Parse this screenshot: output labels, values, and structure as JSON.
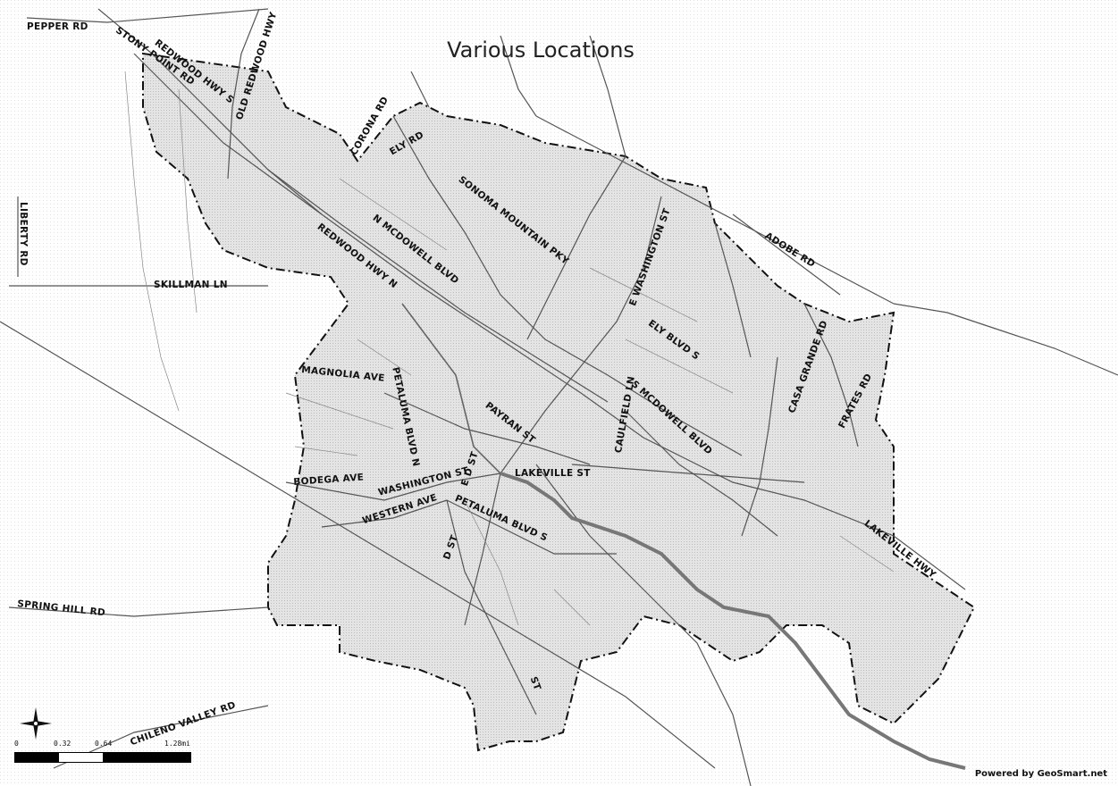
{
  "title": "Various Locations",
  "credit": "Powered by GeoSmart.net",
  "scale": {
    "ticks": [
      "0",
      "0.32",
      "0.64",
      "1.28mi"
    ]
  },
  "icons": {
    "compass": "north-arrow-icon"
  },
  "colors": {
    "fill": "#d9d9d9",
    "road": "#555555",
    "boundary": "#111111",
    "creek": "#777777",
    "background": "#ffffff"
  },
  "streets": [
    {
      "id": "pepper-rd",
      "name": "PEPPER RD"
    },
    {
      "id": "stony-point-rd",
      "name": "STONY POINT RD"
    },
    {
      "id": "redwood-hwy-s",
      "name": "REDWOOD HWY S"
    },
    {
      "id": "old-redwood-hwy",
      "name": "OLD REDWOOD HWY"
    },
    {
      "id": "corona-rd",
      "name": "CORONA RD"
    },
    {
      "id": "ely-rd",
      "name": "ELY RD"
    },
    {
      "id": "sonoma-mountain-pky",
      "name": "SONOMA MOUNTAIN PKY"
    },
    {
      "id": "liberty-rd",
      "name": "LIBERTY RD"
    },
    {
      "id": "n-mcdowell-blvd",
      "name": "N MCDOWELL BLVD"
    },
    {
      "id": "redwood-hwy-n",
      "name": "REDWOOD HWY N"
    },
    {
      "id": "e-washington-st",
      "name": "E WASHINGTON ST"
    },
    {
      "id": "adobe-rd",
      "name": "ADOBE RD"
    },
    {
      "id": "skillman-ln",
      "name": "SKILLMAN LN"
    },
    {
      "id": "ely-blvd-s",
      "name": "ELY BLVD S"
    },
    {
      "id": "casa-grande-rd",
      "name": "CASA GRANDE RD"
    },
    {
      "id": "magnolia-ave",
      "name": "MAGNOLIA AVE"
    },
    {
      "id": "petaluma-blvd-n",
      "name": "PETALUMA BLVD N"
    },
    {
      "id": "payran-st",
      "name": "PAYRAN ST"
    },
    {
      "id": "caulfield-ln",
      "name": "CAULFIELD LN"
    },
    {
      "id": "s-mcdowell-blvd",
      "name": "S MCDOWELL BLVD"
    },
    {
      "id": "frates-rd",
      "name": "FRATES RD"
    },
    {
      "id": "bodega-ave",
      "name": "BODEGA AVE"
    },
    {
      "id": "washington-st",
      "name": "WASHINGTON ST"
    },
    {
      "id": "e-d-st",
      "name": "E D ST"
    },
    {
      "id": "lakeville-st",
      "name": "LAKEVILLE ST"
    },
    {
      "id": "western-ave",
      "name": "WESTERN AVE"
    },
    {
      "id": "petaluma-blvd-s",
      "name": "PETALUMA BLVD S"
    },
    {
      "id": "lakeville-hwy",
      "name": "LAKEVILLE HWY"
    },
    {
      "id": "d-st",
      "name": "D ST"
    },
    {
      "id": "spring-hill-rd",
      "name": "SPRING HILL RD"
    },
    {
      "id": "chileno-valley-rd",
      "name": "CHILENO VALLEY RD"
    },
    {
      "id": "st-south",
      "name": "ST"
    }
  ]
}
